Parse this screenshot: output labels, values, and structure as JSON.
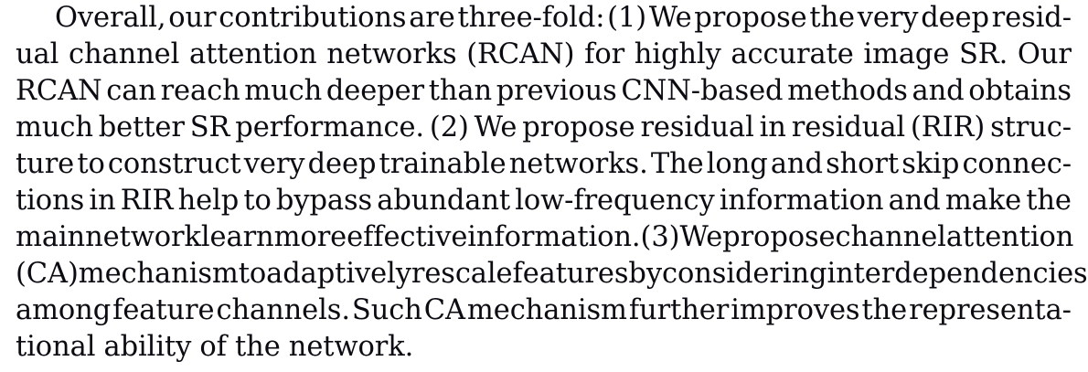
{
  "document": {
    "type": "paper-paragraph",
    "background_color": "#ffffff",
    "text_color": "#0b0b12",
    "alignment": "justified",
    "first_line_indent": true,
    "full_text": "Overall, our contributions are three-fold: (1) We propose the very deep residual channel attention networks (RCAN) for highly accurate image SR. Our RCAN can reach much deeper than previous CNN-based methods and obtains much better SR performance. (2) We propose residual in residual (RIR) structure to construct very deep trainable networks. The long and short skip connections in RIR help to bypass abundant low-frequency information and make the main network learn more effective information. (3) We propose channel attention (CA) mechanism to adaptively rescale features by considering interdependencies among feature channels. Such CA mechanism further improves the representational ability of the network.",
    "lines": [
      {
        "index": 1,
        "indent": true,
        "justified": true,
        "words": [
          "Overall,",
          "our",
          "contributions",
          "are",
          "three-fold:",
          "(1)",
          "We",
          "propose",
          "the",
          "very",
          "deep",
          "resid-"
        ]
      },
      {
        "index": 2,
        "indent": false,
        "justified": true,
        "words": [
          "ual",
          "channel",
          "attention",
          "networks",
          "(RCAN)",
          "for",
          "highly",
          "accurate",
          "image",
          "SR.",
          "Our"
        ]
      },
      {
        "index": 3,
        "indent": false,
        "justified": true,
        "words": [
          "RCAN",
          "can",
          "reach",
          "much",
          "deeper",
          "than",
          "previous",
          "CNN-based",
          "methods",
          "and",
          "obtains"
        ]
      },
      {
        "index": 4,
        "indent": false,
        "justified": true,
        "words": [
          "much",
          "better",
          "SR",
          "performance.",
          "(2)",
          "We",
          "propose",
          "residual",
          "in",
          "residual",
          "(RIR)",
          "struc-"
        ]
      },
      {
        "index": 5,
        "indent": false,
        "justified": true,
        "words": [
          "ture",
          "to",
          "construct",
          "very",
          "deep",
          "trainable",
          "networks.",
          "The",
          "long",
          "and",
          "short",
          "skip",
          "connec-"
        ]
      },
      {
        "index": 6,
        "indent": false,
        "justified": true,
        "words": [
          "tions",
          "in",
          "RIR",
          "help",
          "to",
          "bypass",
          "abundant",
          "low-frequency",
          "information",
          "and",
          "make",
          "the"
        ]
      },
      {
        "index": 7,
        "indent": false,
        "justified": true,
        "words": [
          "main",
          "network",
          "learn",
          "more",
          "effective",
          "information.",
          "(3)",
          "We",
          "propose",
          "channel",
          "attention"
        ]
      },
      {
        "index": 8,
        "indent": false,
        "justified": true,
        "words": [
          "(CA)",
          "mechanism",
          "to",
          "adaptively",
          "rescale",
          "features",
          "by",
          "considering",
          "interdependencies"
        ]
      },
      {
        "index": 9,
        "indent": false,
        "justified": true,
        "words": [
          "among",
          "feature",
          "channels.",
          "Such",
          "CA",
          "mechanism",
          "further",
          "improves",
          "the",
          "representa-"
        ]
      },
      {
        "index": 10,
        "indent": false,
        "justified": false,
        "words": [
          "tional",
          "ability",
          "of",
          "the",
          "network."
        ]
      }
    ]
  }
}
